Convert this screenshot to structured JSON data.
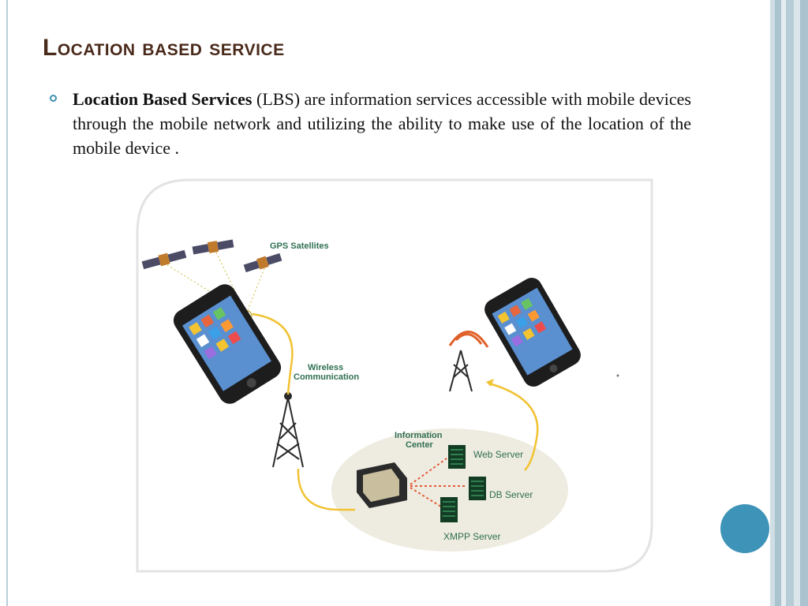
{
  "slide": {
    "title": "Location based service",
    "bullet": {
      "term": "Location Based Services",
      "text": " (LBS) are information services accessible with mobile devices through the mobile network and utilizing the ability to make use of the location of the mobile device ."
    }
  },
  "diagram": {
    "gps_label": "GPS Satellites",
    "wireless_label_line1": "Wireless",
    "wireless_label_line2": "Communication",
    "info_center_line1": "Information",
    "info_center_line2": "Center",
    "web_server": "Web Server",
    "db_server": "DB Server",
    "xmpp_server": "XMPP Server"
  },
  "colors": {
    "title": "#4a2a1a",
    "accent_blue": "#3e93b8",
    "link_yellow": "#f1c232",
    "label_green": "#2f6f52"
  }
}
